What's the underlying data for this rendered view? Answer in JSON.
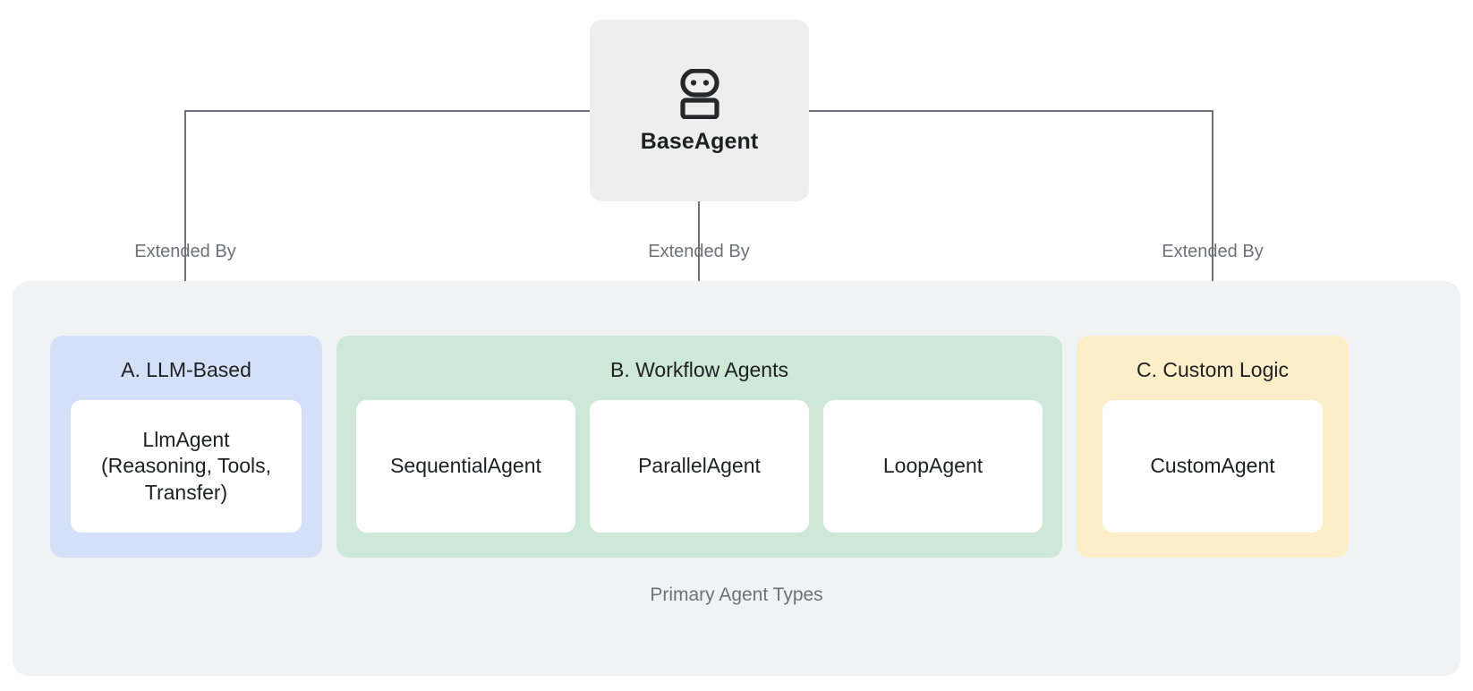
{
  "root": {
    "icon": "robot-icon",
    "label": "BaseAgent"
  },
  "edges": [
    {
      "label": "Extended By",
      "target": "A. LLM-Based"
    },
    {
      "label": "Extended By",
      "target": "B. Workflow Agents"
    },
    {
      "label": "Extended By",
      "target": "C. Custom Logic"
    }
  ],
  "group": {
    "caption": "Primary Agent Types",
    "background": "#f1f2f4"
  },
  "panels": [
    {
      "id": "llm",
      "title": "A. LLM-Based",
      "color": "#d4e0f8",
      "cards": [
        {
          "label": "LlmAgent\n(Reasoning, Tools,\nTransfer)"
        }
      ]
    },
    {
      "id": "workflow",
      "title": "B. Workflow Agents",
      "color": "#cde8d7",
      "cards": [
        {
          "label": "SequentialAgent"
        },
        {
          "label": "ParallelAgent"
        },
        {
          "label": "LoopAgent"
        }
      ]
    },
    {
      "id": "custom",
      "title": "C. Custom Logic",
      "color": "#fbeec9",
      "cards": [
        {
          "label": "CustomAgent"
        }
      ]
    }
  ],
  "colors": {
    "base_card": "#eeeeee",
    "connector": "#6e7278",
    "text_primary": "#1f2023",
    "text_muted": "#6e7278",
    "card_white": "#ffffff"
  }
}
